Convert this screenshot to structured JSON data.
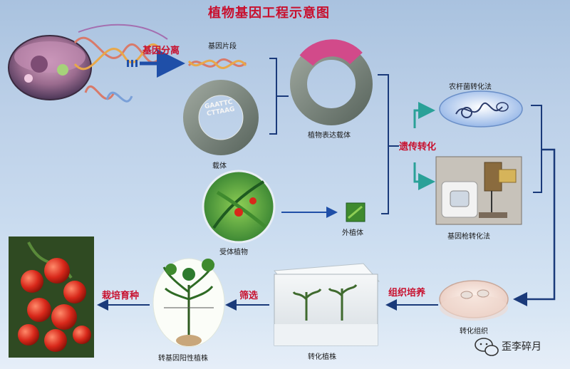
{
  "title": "植物基因工程示意图",
  "steps": {
    "gene_isolation": "基因分离",
    "genetic_transformation": "遗传转化",
    "tissue_culture": "组织培养",
    "screening": "筛选",
    "cultivation_breeding": "栽培育种"
  },
  "labels": {
    "gene_fragment": "基因片段",
    "vector": "载体",
    "plant_expression_vector": "植物表达载体",
    "agrobacterium_method": "农杆菌转化法",
    "gene_gun_method": "基因枪转化法",
    "recipient_plant": "受体植物",
    "explant": "外植体",
    "transformed_tissue": "转化组织",
    "transformed_plantlet": "转化植株",
    "transgenic_positive_plant": "转基因阳性植株"
  },
  "vector_sequence": {
    "top": "GAATTC",
    "bottom": "CTTAAG"
  },
  "watermark": "歪李碎月",
  "colors": {
    "step_label": "#c8102e",
    "arrow": "#1f4fa8",
    "bracket": "#1a3a7a",
    "green_arrow": "#2aa198"
  }
}
